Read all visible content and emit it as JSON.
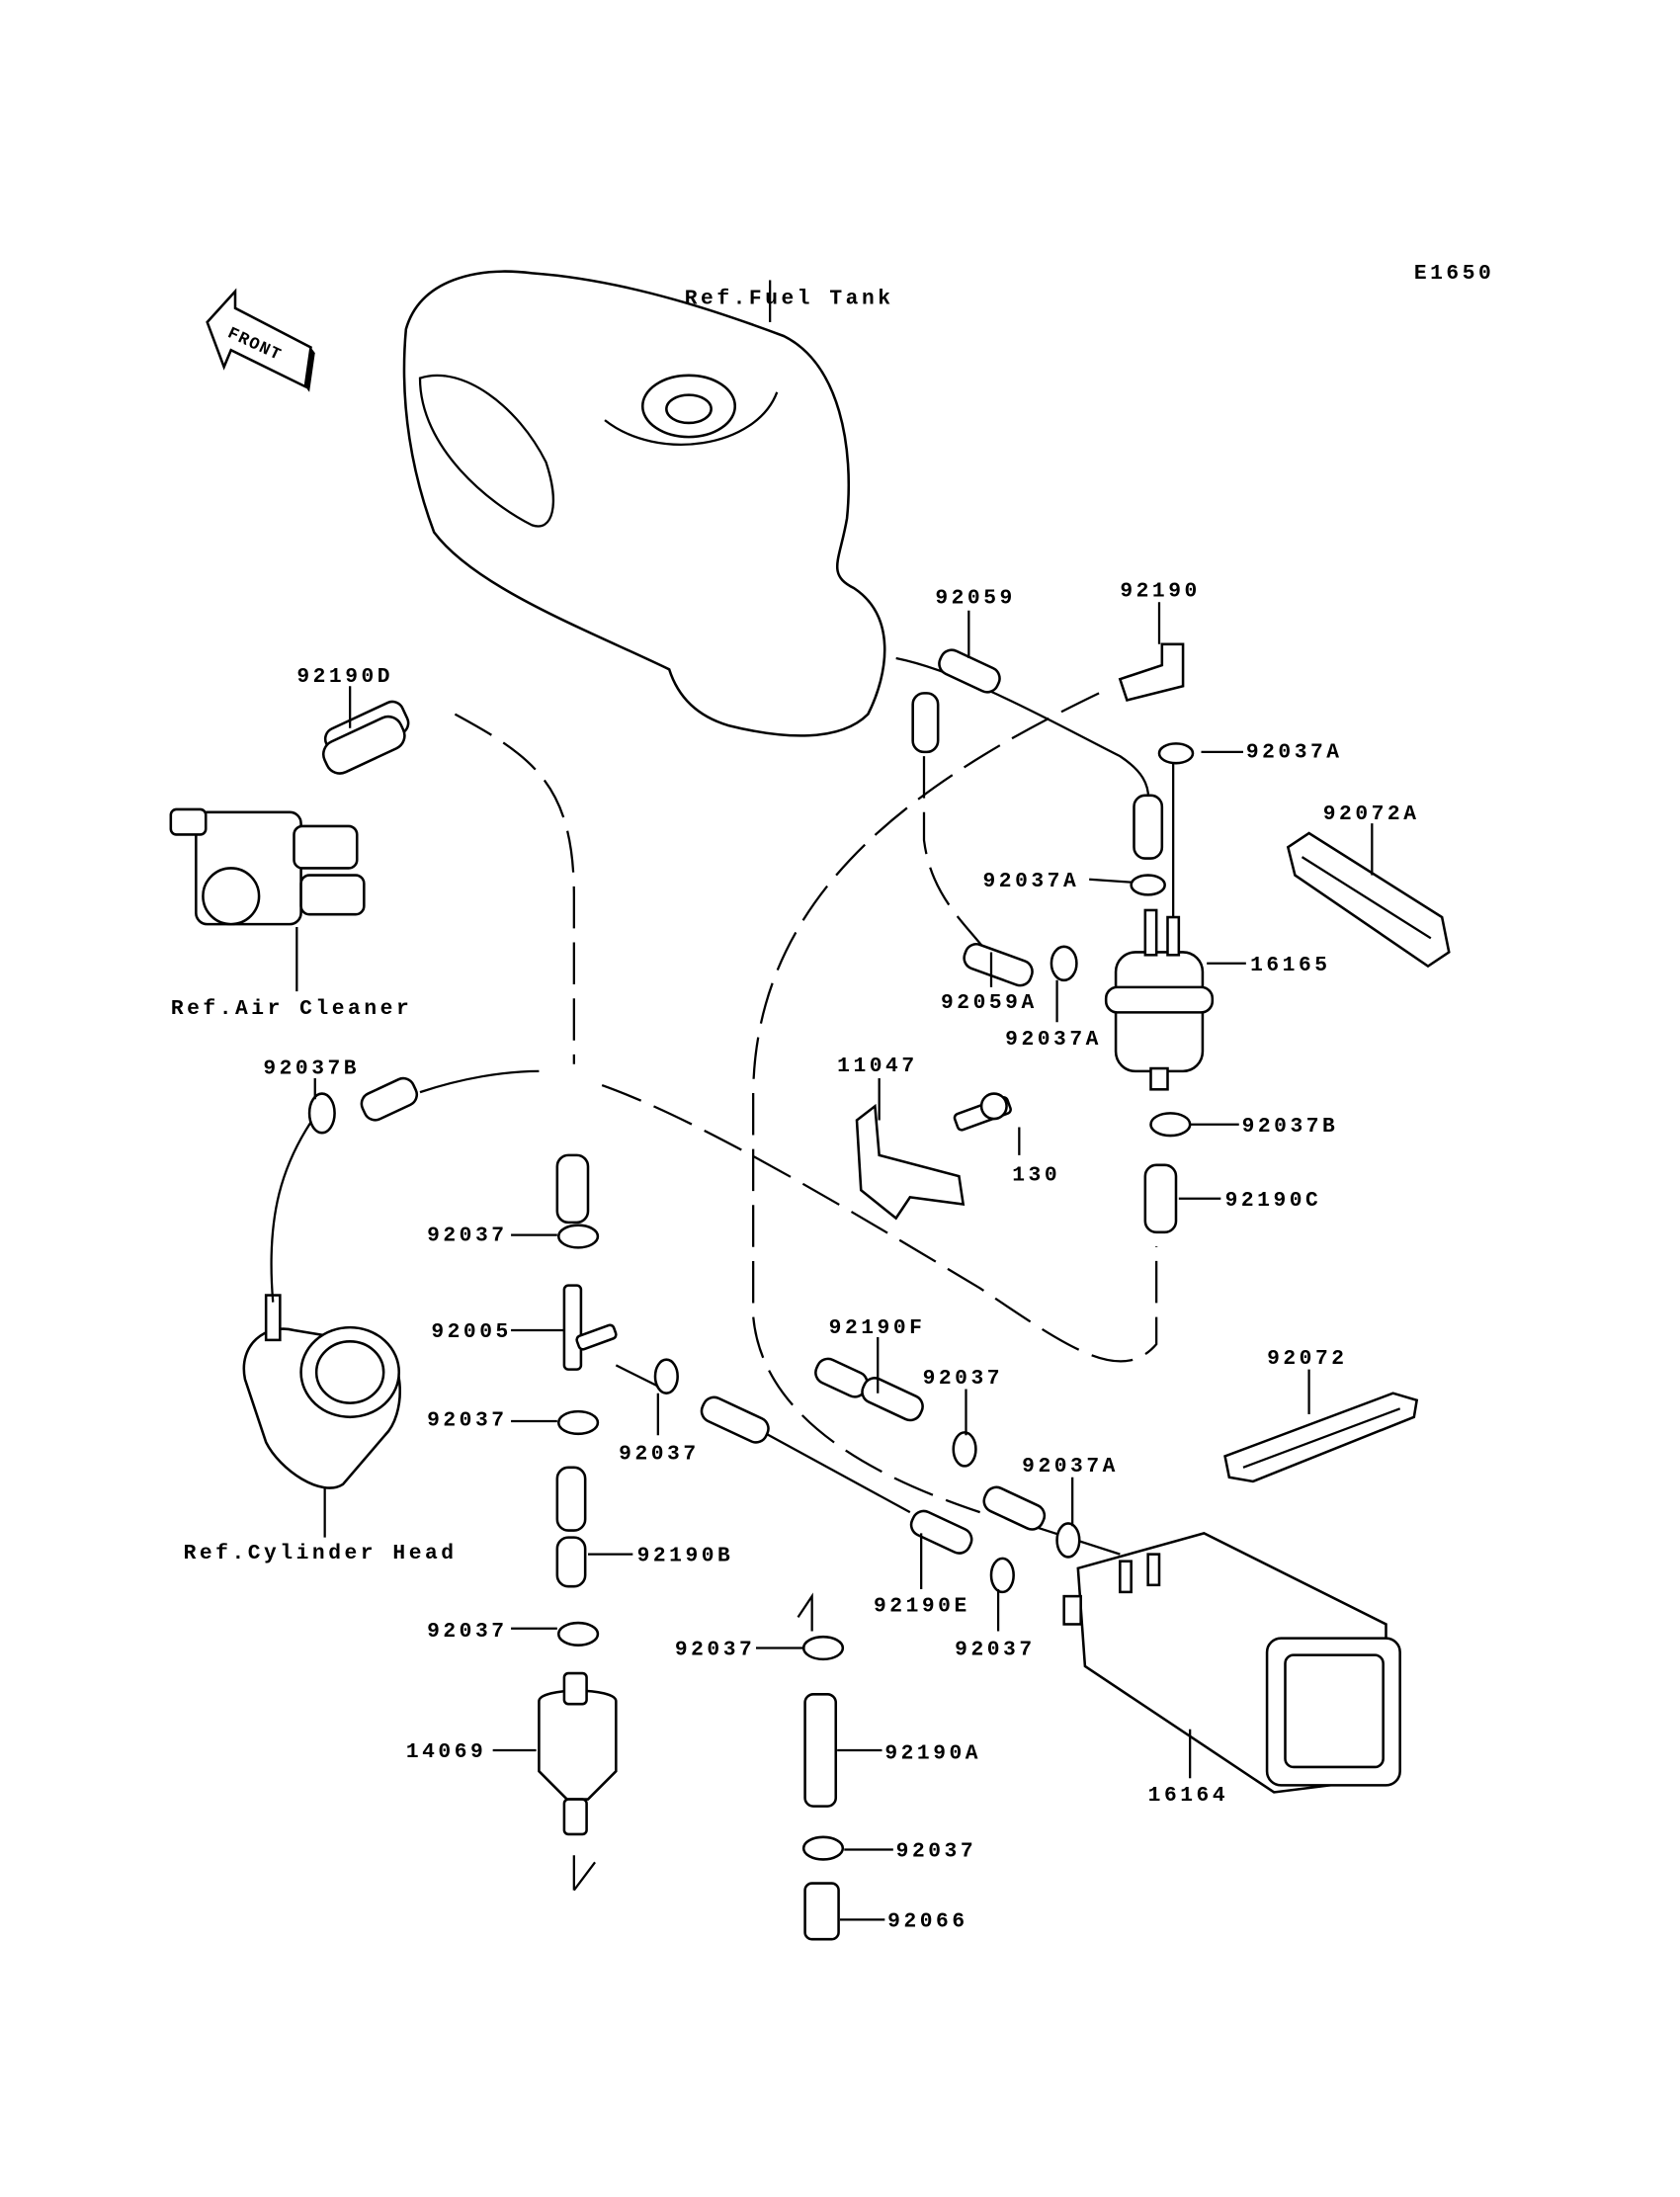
{
  "diagram_code": "E1650",
  "front_arrow": "FRONT",
  "refs": {
    "fuel_tank": "Ref.Fuel Tank",
    "air_cleaner": "Ref.Air Cleaner",
    "cylinder_head": "Ref.Cylinder Head"
  },
  "parts": [
    "92190D",
    "92059",
    "92190",
    "92037A",
    "92072A",
    "92037A",
    "16165",
    "92059A",
    "92037A",
    "11047",
    "130",
    "92037B",
    "92037B",
    "92190C",
    "92037",
    "92005",
    "92037",
    "92037",
    "92190F",
    "92037",
    "92072",
    "92037A",
    "92190B",
    "92190E",
    "92037",
    "92037",
    "92037",
    "14069",
    "92190A",
    "16164",
    "92037",
    "92066"
  ]
}
